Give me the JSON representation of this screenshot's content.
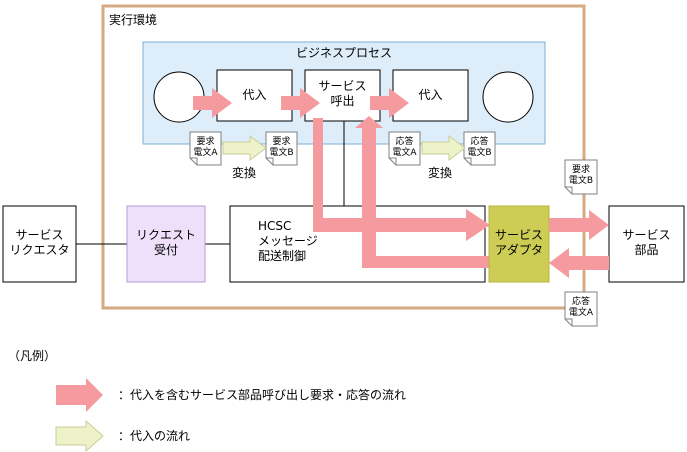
{
  "diagram": {
    "runtime_env": "実行環境",
    "business_process": "ビジネスプロセス",
    "assign_left": "代入",
    "service_call": [
      "サービス",
      "呼出"
    ],
    "assign_right": "代入",
    "doc_req_a": [
      "要求",
      "電文A"
    ],
    "doc_req_b": [
      "要求",
      "電文B"
    ],
    "doc_res_a": [
      "応答",
      "電文A"
    ],
    "doc_res_b": [
      "応答",
      "電文B"
    ],
    "convert_left": "変換",
    "convert_right": "変換",
    "service_requester": [
      "サービス",
      "リクエスタ"
    ],
    "request_receiver": [
      "リクエスト",
      "受付"
    ],
    "hcsc": [
      "HCSC",
      "メッセージ",
      "配送制御"
    ],
    "service_adapter": [
      "サービス",
      "アダプタ"
    ],
    "service_component": [
      "サービス",
      "部品"
    ],
    "doc_req_b_out": [
      "要求",
      "電文B"
    ],
    "doc_res_a_in": [
      "応答",
      "電文A"
    ]
  },
  "legend": {
    "title": "（凡例）",
    "pink_desc": "：代入を含むサービス部品呼び出し要求・応答の流れ",
    "yellow_desc": "：代入の流れ"
  },
  "colors": {
    "runtime_border": "#d4aa80",
    "bp_fill": "#ddeefa",
    "bp_border": "#7aaed6",
    "receiver_fill": "#eee0fa",
    "receiver_border": "#b89ad8",
    "adapter_fill": "#cdcc55",
    "pink_arrow": "#f59a9e",
    "yellow_arrow": "#eef2c8"
  }
}
